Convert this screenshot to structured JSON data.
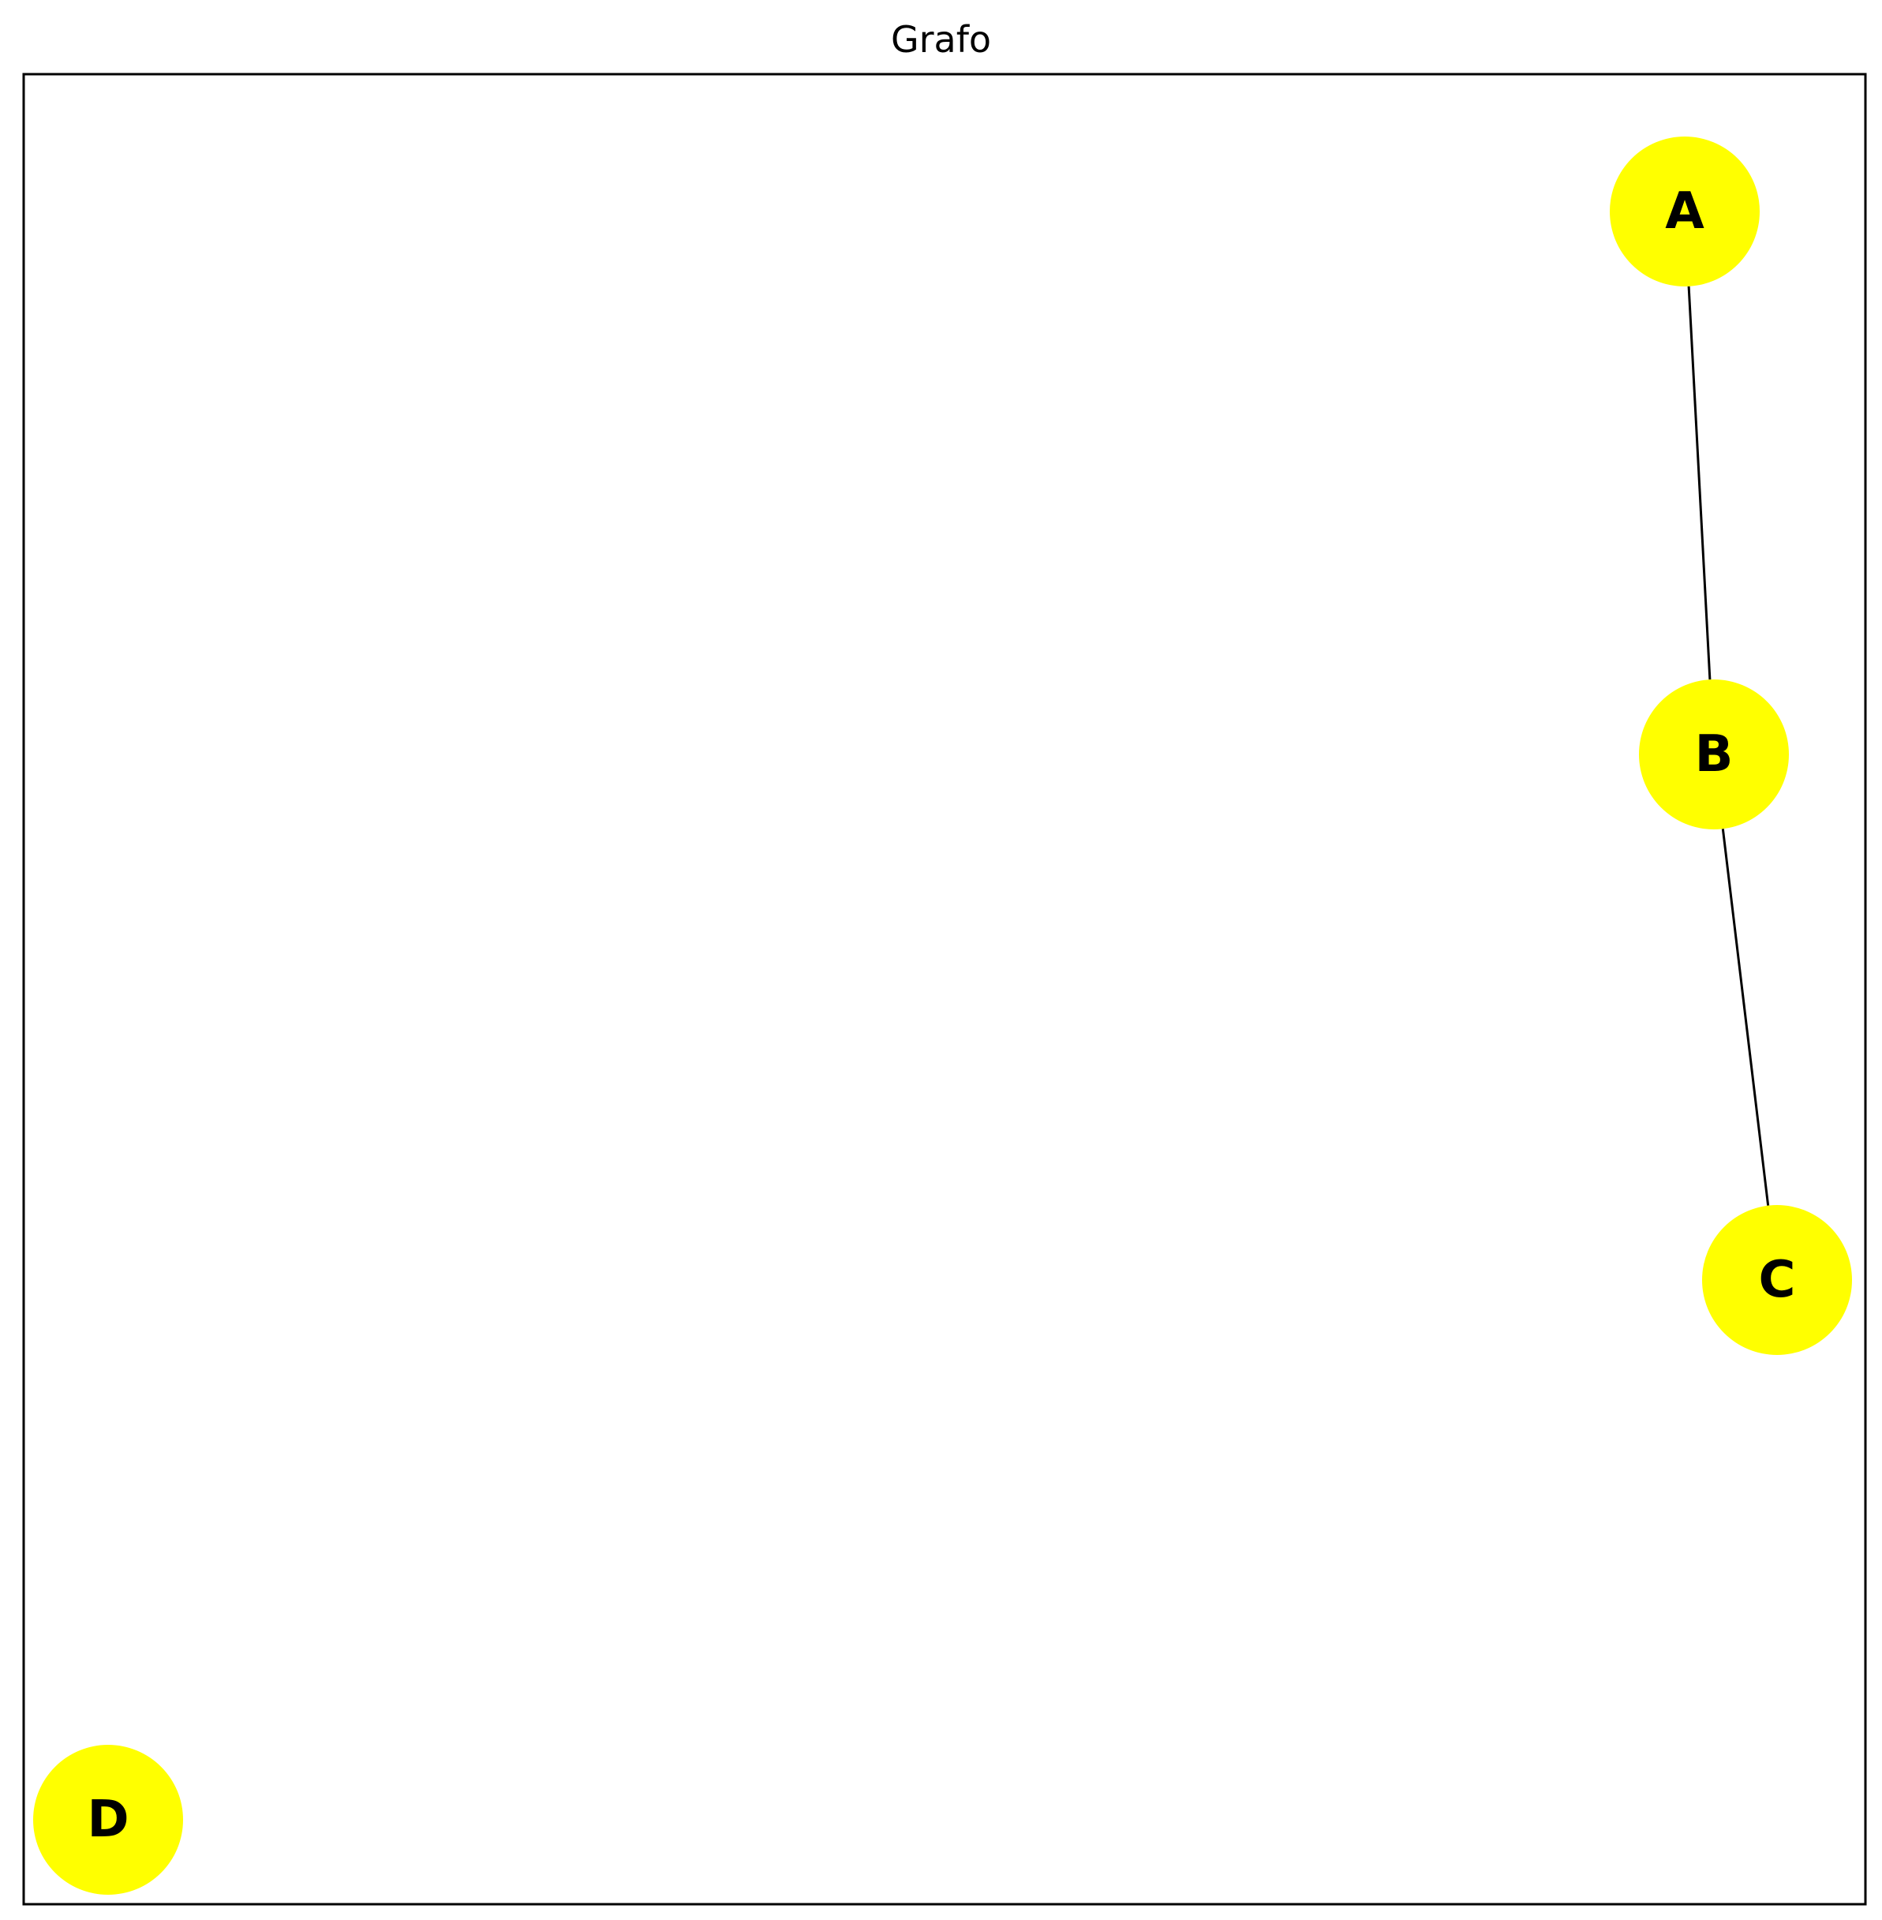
{
  "title": "Grafo",
  "colors": {
    "node_fill": "#ffff00",
    "edge": "#000000",
    "frame": "#000000",
    "label": "#000000",
    "background": "#ffffff"
  },
  "graph": {
    "nodes": [
      {
        "id": "A",
        "label": "A"
      },
      {
        "id": "B",
        "label": "B"
      },
      {
        "id": "C",
        "label": "C"
      },
      {
        "id": "D",
        "label": "D"
      }
    ],
    "edges": [
      {
        "source": "A",
        "target": "B"
      },
      {
        "source": "B",
        "target": "C"
      }
    ]
  }
}
